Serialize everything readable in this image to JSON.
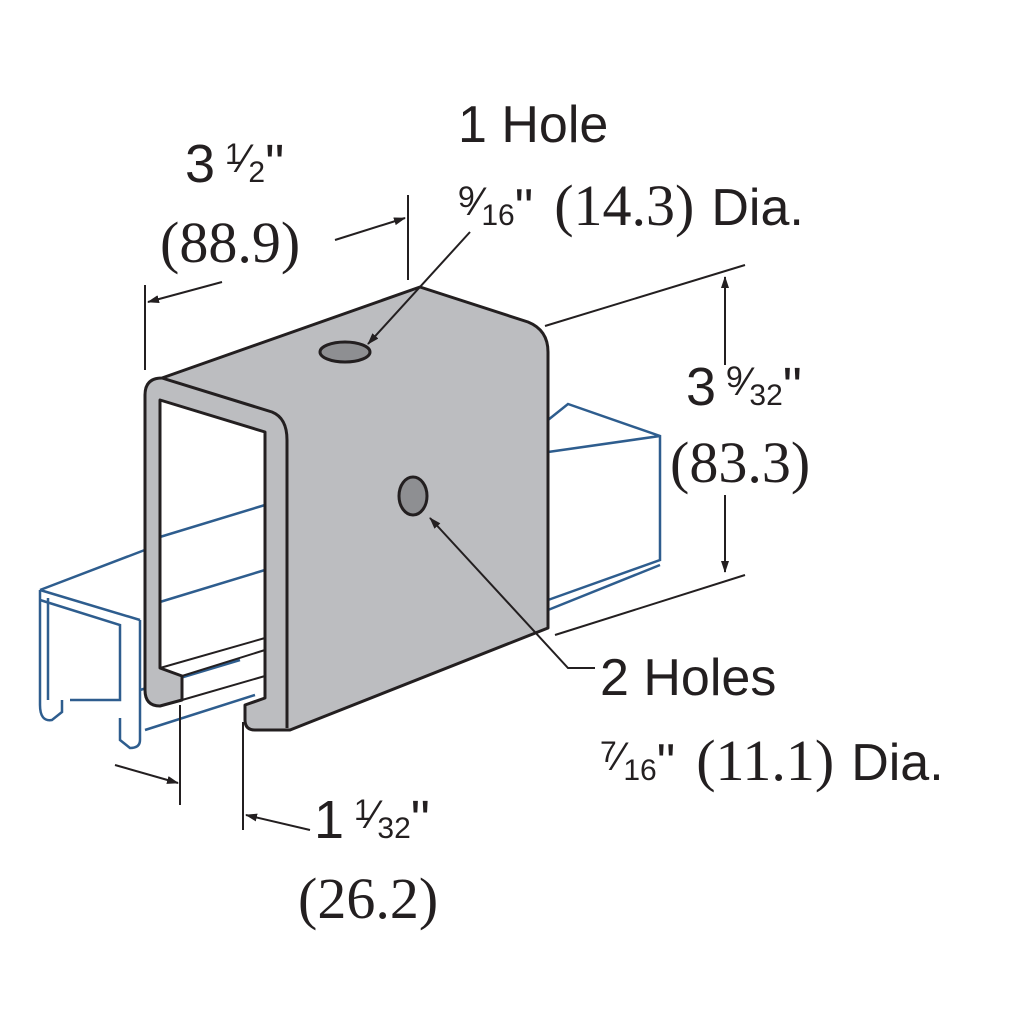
{
  "colors": {
    "bracket": "#bcbdc0",
    "hole": "#8e8f92",
    "channel": "#2e5d8e",
    "ink": "#231f20"
  },
  "width_dim": {
    "whole": "3",
    "num": "1",
    "den": "2",
    "unit": "\"",
    "metric": "(88.9)"
  },
  "top_hole": {
    "label": "1 Hole",
    "num": "9",
    "den": "16",
    "unit": "\"",
    "metric": "(14.3)",
    "suffix": "Dia."
  },
  "height_dim": {
    "whole": "3",
    "num": "9",
    "den": "32",
    "unit": "\"",
    "metric": "(83.3)"
  },
  "side_holes": {
    "label": "2 Holes",
    "num": "7",
    "den": "16",
    "unit": "\"",
    "metric": "(11.1)",
    "suffix": "Dia."
  },
  "opening_dim": {
    "whole": "1",
    "num": "1",
    "den": "32",
    "unit": "\"",
    "metric": "(26.2)"
  }
}
